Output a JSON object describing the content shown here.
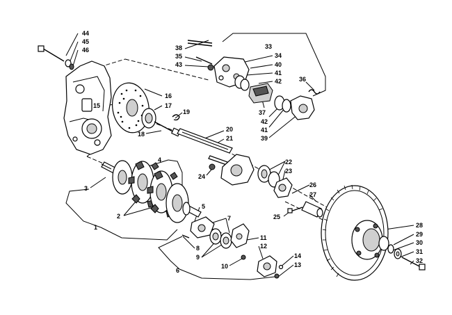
{
  "diagram": {
    "callouts": [
      {
        "id": "c44",
        "text": "44"
      },
      {
        "id": "c45",
        "text": "45"
      },
      {
        "id": "c46",
        "text": "46"
      },
      {
        "id": "c15",
        "text": "15"
      },
      {
        "id": "c16",
        "text": "16"
      },
      {
        "id": "c17",
        "text": "17"
      },
      {
        "id": "c18",
        "text": "18"
      },
      {
        "id": "c19",
        "text": "19"
      },
      {
        "id": "c20",
        "text": "20"
      },
      {
        "id": "c21",
        "text": "21"
      },
      {
        "id": "c38",
        "text": "38"
      },
      {
        "id": "c35",
        "text": "35"
      },
      {
        "id": "c43",
        "text": "43"
      },
      {
        "id": "c33",
        "text": "33"
      },
      {
        "id": "c34",
        "text": "34"
      },
      {
        "id": "c40",
        "text": "40"
      },
      {
        "id": "c41a",
        "text": "41"
      },
      {
        "id": "c42a",
        "text": "42"
      },
      {
        "id": "c36",
        "text": "36"
      },
      {
        "id": "c37",
        "text": "37"
      },
      {
        "id": "c42b",
        "text": "42"
      },
      {
        "id": "c41b",
        "text": "41"
      },
      {
        "id": "c39",
        "text": "39"
      },
      {
        "id": "c4",
        "text": "4"
      },
      {
        "id": "c3",
        "text": "3"
      },
      {
        "id": "c2",
        "text": "2"
      },
      {
        "id": "c1",
        "text": "1"
      },
      {
        "id": "c24",
        "text": "24"
      },
      {
        "id": "c22",
        "text": "22"
      },
      {
        "id": "c23",
        "text": "23"
      },
      {
        "id": "c26",
        "text": "26"
      },
      {
        "id": "c27",
        "text": "27"
      },
      {
        "id": "c25",
        "text": "25"
      },
      {
        "id": "c5",
        "text": "5"
      },
      {
        "id": "c7",
        "text": "7"
      },
      {
        "id": "c8",
        "text": "8"
      },
      {
        "id": "c9",
        "text": "9"
      },
      {
        "id": "c6",
        "text": "6"
      },
      {
        "id": "c10",
        "text": "10"
      },
      {
        "id": "c11",
        "text": "11"
      },
      {
        "id": "c12",
        "text": "12"
      },
      {
        "id": "c14",
        "text": "14"
      },
      {
        "id": "c13",
        "text": "13"
      },
      {
        "id": "c28",
        "text": "28"
      },
      {
        "id": "c29",
        "text": "29"
      },
      {
        "id": "c30",
        "text": "30"
      },
      {
        "id": "c31",
        "text": "31"
      },
      {
        "id": "c32",
        "text": "32"
      }
    ]
  }
}
